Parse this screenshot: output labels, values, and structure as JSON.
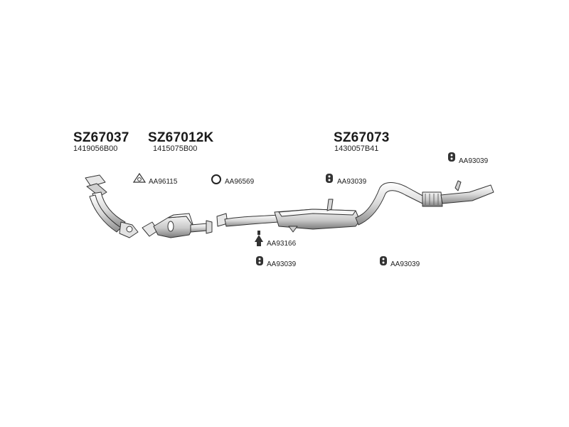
{
  "assemblies": [
    {
      "part_number": "SZ67037",
      "oem_number": "1419056B00"
    },
    {
      "part_number": "SZ67012K",
      "oem_number": "1415075B00"
    },
    {
      "part_number": "SZ67073",
      "oem_number": "1430057B41"
    }
  ],
  "accessories": [
    {
      "code": "AA96115",
      "icon": "gasket-icon"
    },
    {
      "code": "AA96569",
      "icon": "ring-icon"
    },
    {
      "code": "AA93039",
      "icon": "rubber-mount-icon"
    },
    {
      "code": "AA93039",
      "icon": "rubber-mount-icon"
    },
    {
      "code": "AA93166",
      "icon": "bracket-icon"
    },
    {
      "code": "AA93039",
      "icon": "rubber-mount-icon"
    },
    {
      "code": "AA93039",
      "icon": "rubber-mount-icon"
    }
  ]
}
